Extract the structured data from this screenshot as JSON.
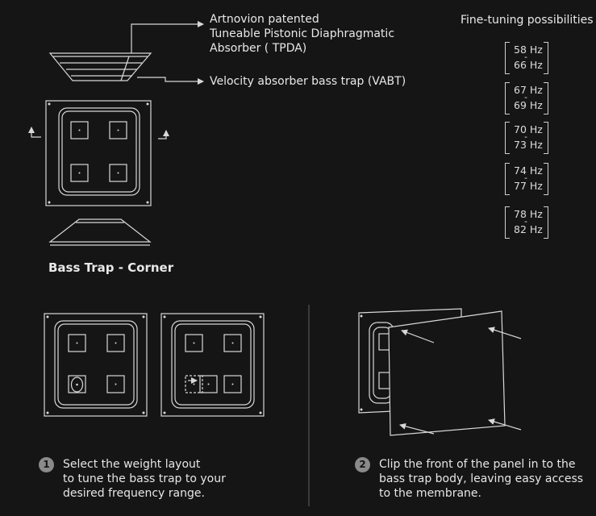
{
  "callouts": {
    "tpda": [
      "Artnovion patented",
      "Tuneable Pistonic Diaphragmatic",
      "Absorber ( TPDA)"
    ],
    "vabt": "Velocity absorber bass trap (VABT)"
  },
  "product_title": "Bass Trap - Corner",
  "fine_tuning": {
    "title": "Fine-tuning possibilities",
    "ranges": [
      {
        "low": "58 Hz",
        "high": "66 Hz"
      },
      {
        "low": "67 Hz",
        "high": "69 Hz"
      },
      {
        "low": "70 Hz",
        "high": "73 Hz"
      },
      {
        "low": "74 Hz",
        "high": "77 Hz"
      },
      {
        "low": "78 Hz",
        "high": "82 Hz"
      }
    ]
  },
  "steps": [
    {
      "number": "1",
      "lines": [
        "Select the weight layout",
        "to tune the bass trap to your",
        "desired frequency range."
      ]
    },
    {
      "number": "2",
      "lines": [
        "Clip the front of the panel in to the",
        "bass trap body, leaving easy access",
        "to the membrane."
      ]
    }
  ],
  "colors": {
    "background": "#151515",
    "line": "#d8d8d8",
    "badge": "#8a8a8a"
  }
}
